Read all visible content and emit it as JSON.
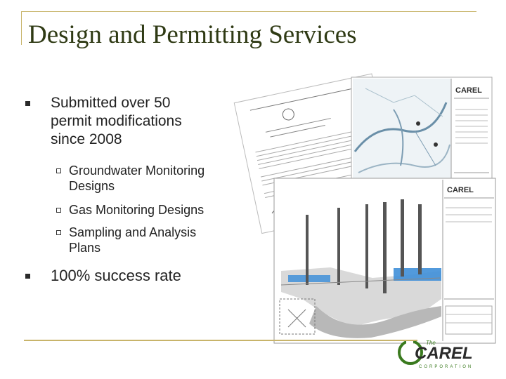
{
  "slide": {
    "title": "Design and Permitting Services",
    "bullets": [
      {
        "text": "Submitted over 50 permit modifications since 2008",
        "lines": [
          "Submitted over 50",
          "permit modifications",
          "since 2008"
        ],
        "subitems": [
          {
            "lines": [
              "Groundwater Monitoring",
              "Designs"
            ]
          },
          {
            "lines": [
              "Gas Monitoring Designs"
            ]
          },
          {
            "lines": [
              "Sampling and Analysis",
              "Plans"
            ]
          }
        ]
      },
      {
        "text": "100% success rate",
        "lines": [
          "100% success rate"
        ],
        "subitems": []
      }
    ]
  },
  "figure": {
    "sheet_logo": "CAREL"
  },
  "footer_logo": {
    "small": "The",
    "name": "CAREL",
    "tagline": "CORPORATION"
  },
  "colors": {
    "title": "#2f3a14",
    "rule": "#c8b46a",
    "logo_green": "#3a7a1e",
    "water_blue": "#3f8fd8"
  }
}
